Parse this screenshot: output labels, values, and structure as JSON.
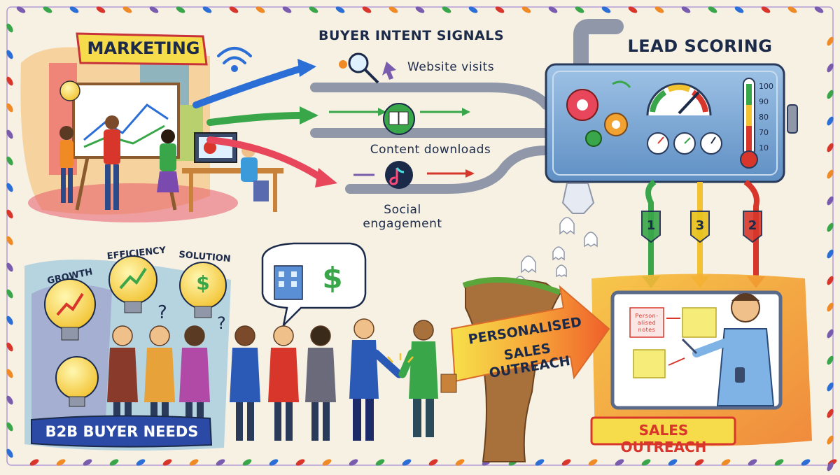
{
  "sections": {
    "marketing": "MARKETING",
    "buyer_intent": "BUYER INTENT SIGNALS",
    "lead_scoring": "LEAD SCORING",
    "buyer_needs": "B2B BUYER NEEDS",
    "sales_outreach": "SALES OUTREACH"
  },
  "signals": [
    {
      "label": "Website visits",
      "icon": "magnifier-icon"
    },
    {
      "label": "Content downloads",
      "icon": "book-icon"
    },
    {
      "label": "Social engagement",
      "icon": "social-icon"
    }
  ],
  "thermometer_ticks": [
    "100",
    "90",
    "80",
    "70",
    "10"
  ],
  "score_tags": [
    {
      "value": "1",
      "color": "#3aa64a"
    },
    {
      "value": "3",
      "color": "#e8c21c"
    },
    {
      "value": "2",
      "color": "#d9362b"
    }
  ],
  "needs": [
    "GROWTH",
    "EFFICIENCY",
    "SOLUTION"
  ],
  "bubble_symbol": "$",
  "outreach_arrow": {
    "line1": "PERSONALISED",
    "line2": "SALES OUTREACH"
  },
  "whiteboard_note": "Person-alised notes",
  "colors": {
    "background": "#f7f1e3",
    "navy": "#1c2a4a",
    "blue": "#2b6fd6",
    "green": "#3aa64a",
    "yellow": "#f2c230",
    "red": "#d9362b",
    "orange": "#f08a24"
  }
}
